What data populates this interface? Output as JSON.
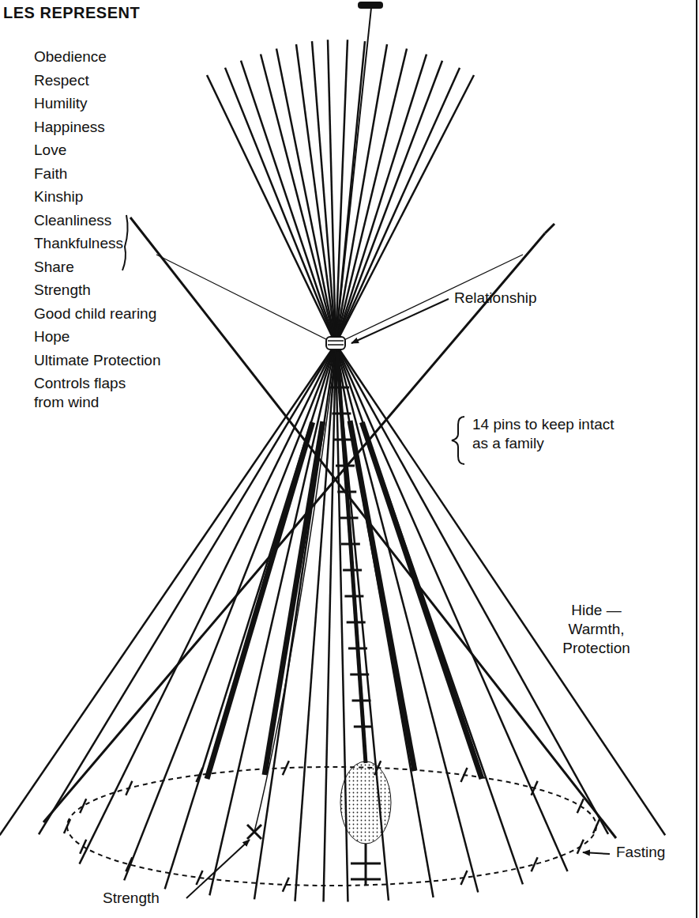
{
  "diagram": {
    "title": "LES REPRESENT",
    "labels": [
      "Obedience",
      "Respect",
      "Humility",
      "Happiness",
      "Love",
      "Faith",
      "Kinship",
      "Cleanliness",
      "Thankfulness",
      "Share",
      "Strength",
      "Good child rearing",
      "Hope",
      "Ultimate Protection",
      "Controls flaps from wind",
      "Relationship",
      "14 pins to keep intact as a family",
      "Hide — Warmth, Protection",
      "Fasting",
      "Strength"
    ]
  }
}
